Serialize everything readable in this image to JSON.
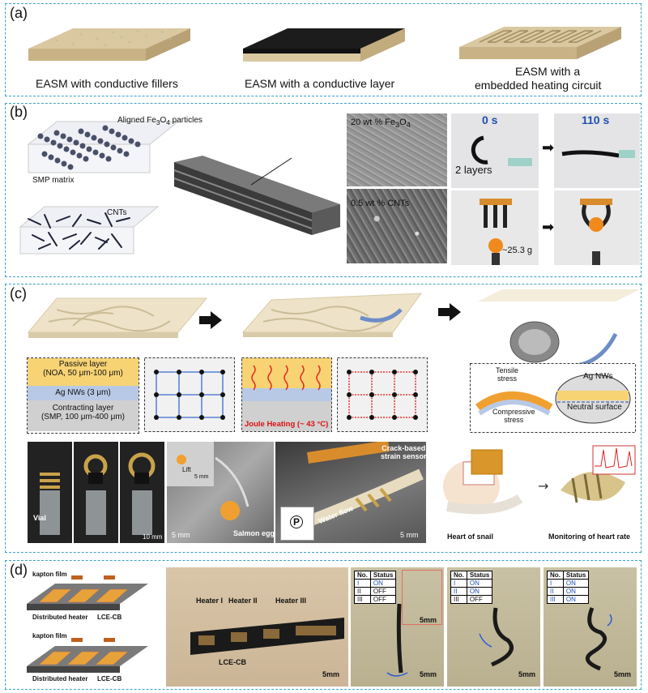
{
  "panels": {
    "a": {
      "label": "(a)",
      "captions": [
        "EASM with conductive fillers",
        "EASM with a conductive layer",
        "EASM with a",
        "embedded heating circuit"
      ]
    },
    "b": {
      "label": "(b)",
      "aligned": "Aligned Fe",
      "aligned_sub": "3",
      "aligned_mid": "O",
      "aligned_sub2": "4",
      "aligned_end": " particles",
      "smp_matrix": "SMP matrix",
      "cnts": "CNTs",
      "fe_pct": "20 wt % Fe",
      "fe_sub": "3",
      "fe_mid": "O",
      "fe_sub2": "4",
      "cnt_pct": "0.5 wt % CNTs",
      "t0": "0 s",
      "t1": "110 s",
      "layers": "2 layers",
      "weight": "~25.3 g"
    },
    "c": {
      "label": "(c)",
      "passive1": "Passive layer",
      "passive2": "(NOA, 50 μm-100 μm)",
      "agnws": "Ag NWs (3 μm)",
      "contract1": "Contracting layer",
      "contract2": "(SMP, 100 μm-400 μm)",
      "joule": "Joule Heating (~ 43 °C)",
      "tensile1": "Tensile",
      "tensile2": "stress",
      "compressive1": "Compressive",
      "compressive2": "stress",
      "agnws2": "Ag NWs",
      "neutral": "Neutral surface",
      "vial": "Vial",
      "scale10": "10 mm",
      "lift": "Lift",
      "scale5a": "5 mm",
      "scale5b": "5 mm",
      "salmon": "Salmon egg",
      "crack1": "Crack-based",
      "crack2": "strain sensor",
      "water": "Water flow",
      "p": "P",
      "scale5c": "5 mm",
      "snail": "Heart of snail",
      "monitor": "Monitoring of heart rate"
    },
    "d": {
      "label": "(d)",
      "kapton": "kapton film",
      "distributed": "Distributed heater",
      "lcecb": "LCE-CB",
      "heater1": "Heater I",
      "heater2": "Heater II",
      "heater3": "Heater III",
      "lcecb2": "LCE-CB",
      "scale": "5mm",
      "tables": [
        {
          "rows": [
            [
              "I",
              "ON"
            ],
            [
              "II",
              "OFF"
            ],
            [
              "III",
              "OFF"
            ]
          ]
        },
        {
          "rows": [
            [
              "I",
              "ON"
            ],
            [
              "II",
              "ON"
            ],
            [
              "III",
              "OFF"
            ]
          ]
        },
        {
          "rows": [
            [
              "I",
              "ON"
            ],
            [
              "II",
              "ON"
            ],
            [
              "III",
              "ON"
            ]
          ]
        }
      ],
      "col_no": "No.",
      "col_status": "Status"
    }
  },
  "colors": {
    "border": "#3aa0c8",
    "tan": "#d8c7a0",
    "passive": "#f7d374",
    "agnw": "#b8c9e6",
    "contract": "#d0d0d0",
    "heater": "#e8a23a"
  }
}
